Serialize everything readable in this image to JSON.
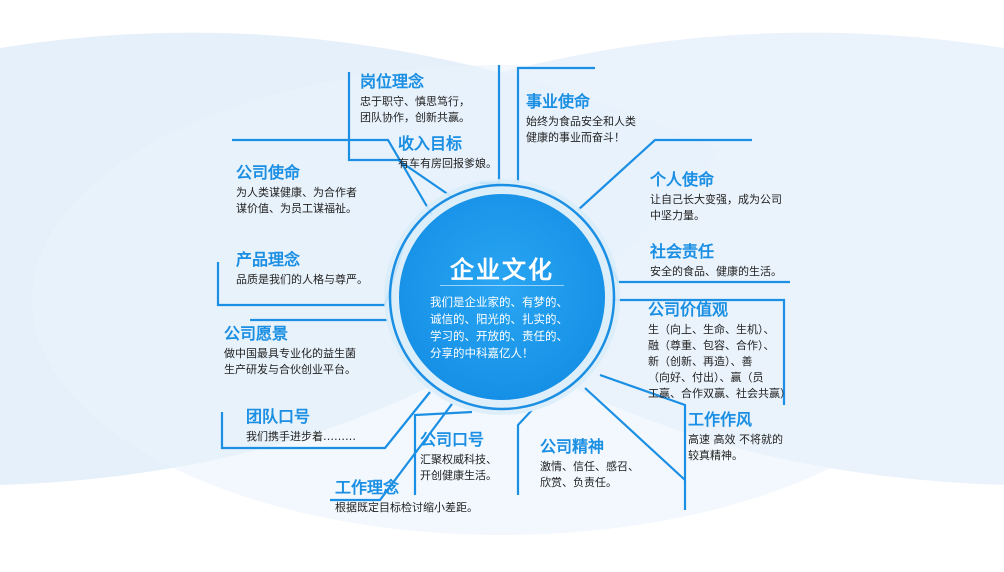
{
  "colors": {
    "accent": "#1a8fe3",
    "hub": "#1f9ef0",
    "hub_ring": "#d6ecfb",
    "connector": "#1a8fe3",
    "background_band": "#e3eefb"
  },
  "center": {
    "title": "企业文化",
    "body": "我们是企业家的、有梦的、\n诚信的、阳光的、扎实的、\n学习的、开放的、责任的、\n分享的中科嘉亿人！"
  },
  "items": [
    {
      "id": "gangwei",
      "title": "岗位理念",
      "desc": "忠于职守、慎思笃行，\n团队协作，创新共赢。"
    },
    {
      "id": "shouru",
      "title": "收入目标",
      "desc": "有车有房回报爹娘。"
    },
    {
      "id": "gongsi_shiming",
      "title": "公司使命",
      "desc": "为人类谋健康、为合作者\n谋价值、为员工谋福祉。"
    },
    {
      "id": "chanpin",
      "title": "产品理念",
      "desc": "品质是我们的人格与尊严。"
    },
    {
      "id": "yuanjing",
      "title": "公司愿景",
      "desc": "做中国最具专业化的益生菌\n生产研发与合伙创业平台。"
    },
    {
      "id": "tuandui",
      "title": "团队口号",
      "desc": "我们携手进步着………"
    },
    {
      "id": "gongsi_kouhao",
      "title": "公司口号",
      "desc": "汇聚权威科技、\n开创健康生活。"
    },
    {
      "id": "gongzuo_linian",
      "title": "工作理念",
      "desc": "根据既定目标检讨缩小差距。"
    },
    {
      "id": "jingshen",
      "title": "公司精神",
      "desc": "激情、信任、感召、\n欣赏、负责任。"
    },
    {
      "id": "zuofeng",
      "title": "工作作风",
      "desc": "高速 高效 不将就的\n较真精神。"
    },
    {
      "id": "jiazhi",
      "title": "公司价值观",
      "desc": "生（向上、生命、生机）、\n融（尊重、包容、合作）、\n新（创新、再造）、善\n（向好、付出）、赢（员\n工赢、合作双赢、社会共赢）"
    },
    {
      "id": "shehui",
      "title": "社会责任",
      "desc": "安全的食品、健康的生活。"
    },
    {
      "id": "geren",
      "title": "个人使命",
      "desc": "让自己长大变强，成为公司\n中坚力量。"
    },
    {
      "id": "shiye",
      "title": "事业使命",
      "desc": "始终为食品安全和人类\n健康的事业而奋斗！"
    }
  ]
}
